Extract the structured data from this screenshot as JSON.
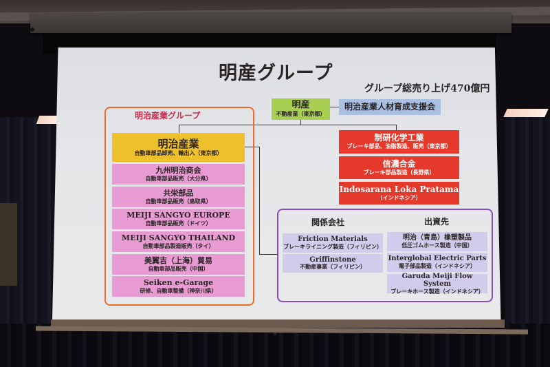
{
  "slide": {
    "title": "明産グループ",
    "total_sales": "グループ総売り上げ470億円",
    "parent": {
      "name": "明産",
      "desc": "不動産業（東京都）"
    },
    "affiliate_assoc": {
      "name": "明治産業人材育成支援会"
    },
    "meiji_group": {
      "label": "明治産業グループ",
      "head": {
        "name": "明治産業",
        "desc": "自動車部品卸売、輸出入（東京都）"
      },
      "members": [
        {
          "name": "九州明治商会",
          "desc": "自動車部品販売（大分県）"
        },
        {
          "name": "共栄部品",
          "desc": "自動車部品販売（鳥取県）"
        },
        {
          "name": "MEIJI SANGYO EUROPE",
          "desc": "自動車部品販売（ドイツ）"
        },
        {
          "name": "MEIJI SANGYO THAILAND",
          "desc": "自動車部品製造販売（タイ）"
        },
        {
          "name": "美翼吉（上海）貿易",
          "desc": "自動車部品販売（中国）"
        },
        {
          "name": "Seiken e-Garage",
          "desc": "研修、自動車整備（神奈川県）"
        }
      ]
    },
    "subsidiaries": [
      {
        "name": "制研化学工業",
        "desc": "ブレーキ部品、油脂製造、販売（東京都）"
      },
      {
        "name": "信濃合金",
        "desc": "ブレーキ部品製造（長野県）"
      },
      {
        "name": "Indosarana Loka Pratama",
        "desc": "（インドネシア）"
      }
    ],
    "related": {
      "label": "関係会社",
      "items": [
        {
          "name": "Friction Materials",
          "desc": "ブレーキライニング製造（フィリピン）"
        },
        {
          "name": "Griffinstone",
          "desc": "不動産事業（フィリピン）"
        }
      ]
    },
    "investees": {
      "label": "出資先",
      "items": [
        {
          "name": "明治（青島）橡塑製品",
          "desc": "低圧ゴムホース製造（中国）"
        },
        {
          "name": "Interglobal Electric Parts",
          "desc": "電子部品製造（インドネシア）"
        },
        {
          "name": "Garuda Meiji Flow System",
          "desc": "ブレーキホース製造（インドネシア）"
        }
      ]
    }
  },
  "colors": {
    "parent": "#a8cf52",
    "assoc": "#a9c0e3",
    "meiji_head": "#eec02c",
    "meiji_member": "#e89bd2",
    "subsidiary": "#e4392b",
    "related_item": "#d2ccec",
    "group_frame": "#e76d28",
    "related_frame": "#8a4cc2"
  }
}
